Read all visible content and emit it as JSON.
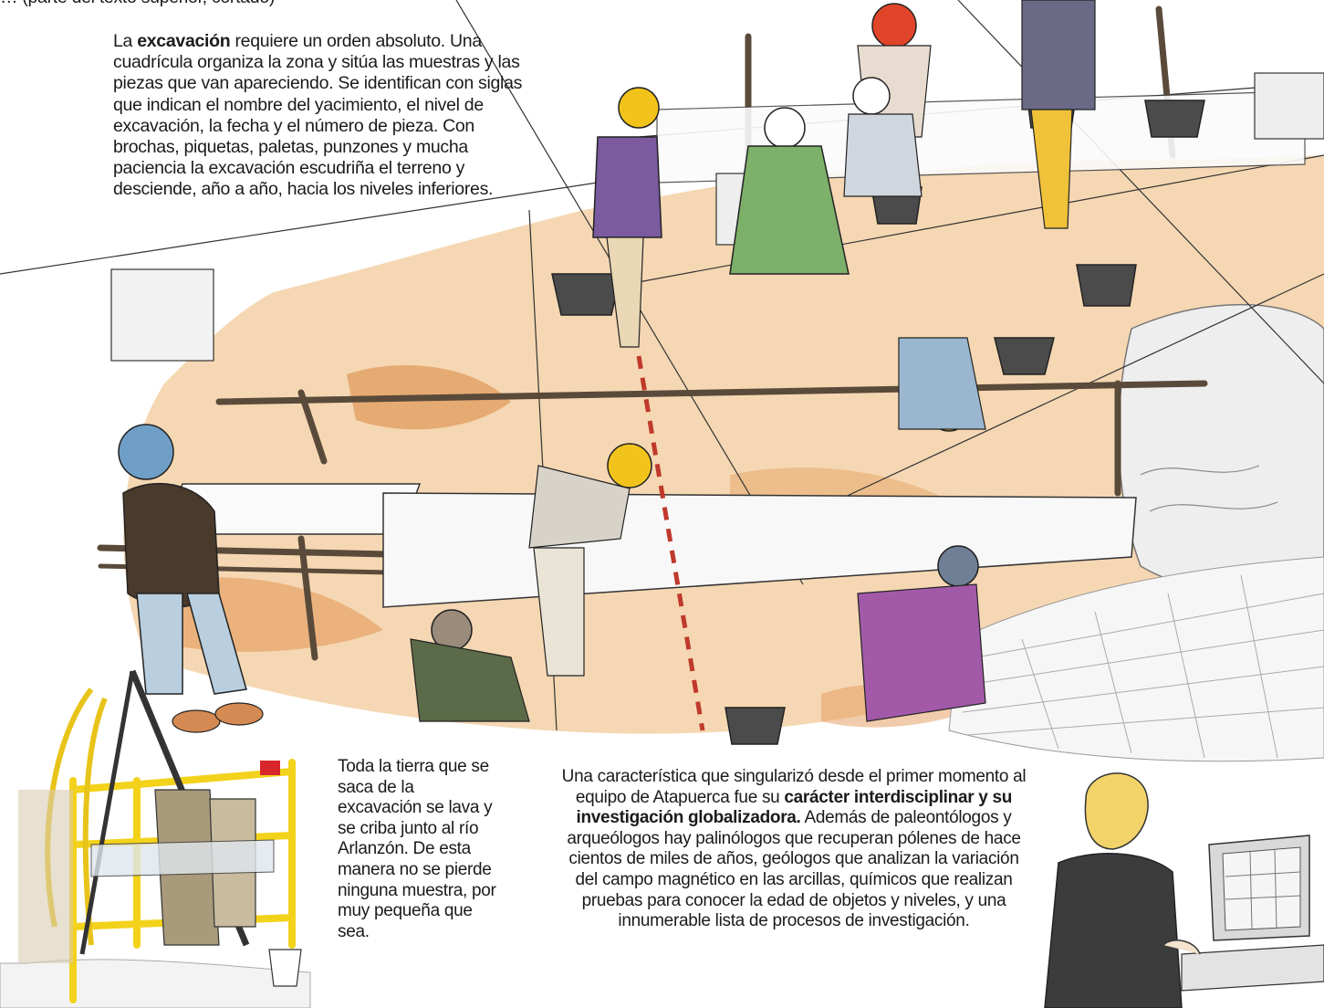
{
  "header_fragment": "… (parte del texto superior, cortado)",
  "excavation_text": {
    "before": "La ",
    "bold": "excavación",
    "after": " requiere un orden absoluto. Una cuadrícula organiza la zona y sitúa las muestras y las piezas que van apareciendo. Se identifican con siglas que indican el nombre del yacimiento, el nivel de excavación, la fecha y el número de pieza. Con brochas, piquetas, paletas, punzones y mucha paciencia la excavación escudriña el terreno y desciende, año a año, hacia los niveles inferiores."
  },
  "sieving_text": "Toda la tierra que se saca de la excavación se lava y se criba junto al río Arlanzón. De esta manera no se pierde ninguna muestra, por muy pequeña que sea.",
  "team_text": {
    "before": "Una característica que singularizó desde el primer momento al equipo de Atapuerca fue su ",
    "bold": "carácter interdisciplinar y su investigación globalizadora.",
    "after": " Además de paleontólogos y arqueólogos hay palinólogos que recuperan pólenes de hace cientos de miles de años, geólogos que analizan la variación del campo magnético en las arcillas, químicos que realizan pruebas para conocer la edad de objetos y niveles, y una innumerable lista de procesos de investigación."
  },
  "colors": {
    "soil": "#e9b77c",
    "helmet_yellow": "#f2c31b",
    "helmet_red": "#e0452a",
    "helmet_blue": "#6f9fc6",
    "sieve_yellow": "#f3d21c",
    "ink": "#2a2a2a"
  },
  "icons": [
    "excavation-scene-illustration",
    "sieve-station-illustration",
    "computer-researcher-illustration"
  ]
}
